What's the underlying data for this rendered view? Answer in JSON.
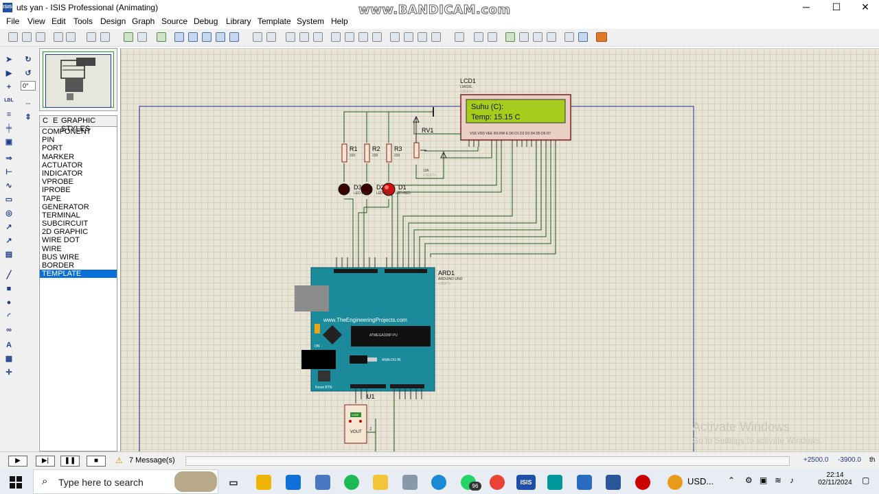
{
  "window": {
    "title": "uts yan - ISIS Professional (Animating)",
    "app_icon": "ISIS",
    "watermark": "www.BANDICAM.com",
    "controls": {
      "minimize": "─",
      "maximize": "☐",
      "close": "✕"
    }
  },
  "menu": [
    "File",
    "View",
    "Edit",
    "Tools",
    "Design",
    "Graph",
    "Source",
    "Debug",
    "Library",
    "Template",
    "System",
    "Help"
  ],
  "picker": {
    "tab_c": "C",
    "tab_e": "E",
    "header": "GRAPHIC STYLES",
    "items": [
      "COMPONENT",
      "PIN",
      "PORT",
      "MARKER",
      "ACTUATOR",
      "INDICATOR",
      "VPROBE",
      "IPROBE",
      "TAPE",
      "GENERATOR",
      "TERMINAL",
      "SUBCIRCUIT",
      "2D GRAPHIC",
      "WIRE DOT",
      "WIRE",
      "BUS WIRE",
      "BORDER",
      "TEMPLATE"
    ],
    "selected": "TEMPLATE",
    "rotation": "0°"
  },
  "schematic": {
    "lcd": {
      "ref": "LCD1",
      "model": "LM016L",
      "text_tag": "<TEXT>",
      "line1": "Suhu (C):",
      "line2": "Temp: 15.15 C",
      "pins": "VSS VDD VEE RS RW E D0 D1 D2 D3 D4 D5 D6 D7"
    },
    "pot": {
      "ref": "RV1",
      "value": "10K",
      "text_tag": "<TEXT>"
    },
    "resistors": [
      {
        "ref": "R1",
        "value": "220"
      },
      {
        "ref": "R2",
        "value": "220"
      },
      {
        "ref": "R3",
        "value": "220"
      }
    ],
    "leds": [
      {
        "ref": "D3",
        "model": "LED-RED"
      },
      {
        "ref": "D2",
        "model": "LED-RED"
      },
      {
        "ref": "D1",
        "model": "LED-RED"
      }
    ],
    "arduino": {
      "ref": "ARD1",
      "model": "ARDUINO UNO",
      "text_tag": "<TEXT>",
      "site": "www.TheEngineeringProjects.com",
      "chip": "ATMEGA328P-PU",
      "analog_label": "ANALOG IN",
      "reset_label": "Reset BTN",
      "on_label": "ON"
    },
    "sensor": {
      "ref": "U1",
      "pin_label": "VOUT",
      "pin_no": "2",
      "body": "LM35"
    }
  },
  "status": {
    "messages": "7 Message(s)",
    "coord_x": "+2500.0",
    "coord_y": "-3900.0",
    "unit": "th"
  },
  "activate": {
    "line1": "Activate Windows",
    "line2": "Go to Settings to activate Windows."
  },
  "taskbar": {
    "search_placeholder": "Type here to search",
    "whatsapp_badge": "96",
    "ticker": "USD...",
    "time": "22:14",
    "date": "02/11/2024"
  }
}
